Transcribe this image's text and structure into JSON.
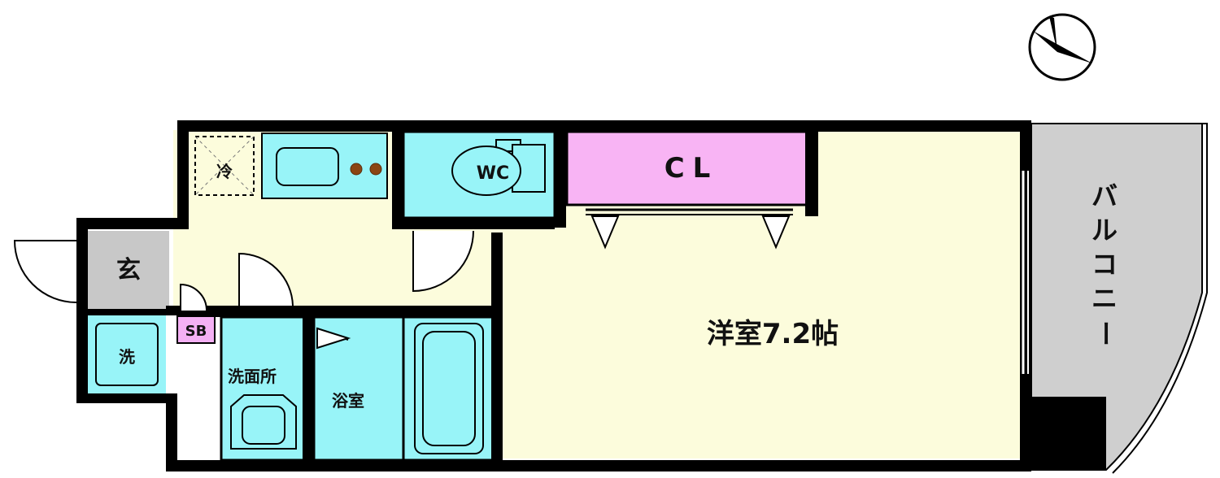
{
  "labels": {
    "entrance": "玄",
    "washer": "洗",
    "shoe_box": "SB",
    "washroom": "洗面所",
    "bath": "浴室",
    "toilet": "WC",
    "closet": "CL",
    "western_room": "洋室7.2帖",
    "balcony": "バルコニー",
    "fridge": "冷"
  },
  "colors": {
    "wall": "#000000",
    "floor_yellow": "#fcfcdc",
    "water_blue": "#98f4f8",
    "closet_pink": "#f8b4f4",
    "entrance_gray": "#c8c8c8",
    "balcony_gray": "#cfcfcf",
    "sb_pink": "#f4b0f4"
  },
  "compass": {
    "icon": "north-arrow-icon"
  }
}
